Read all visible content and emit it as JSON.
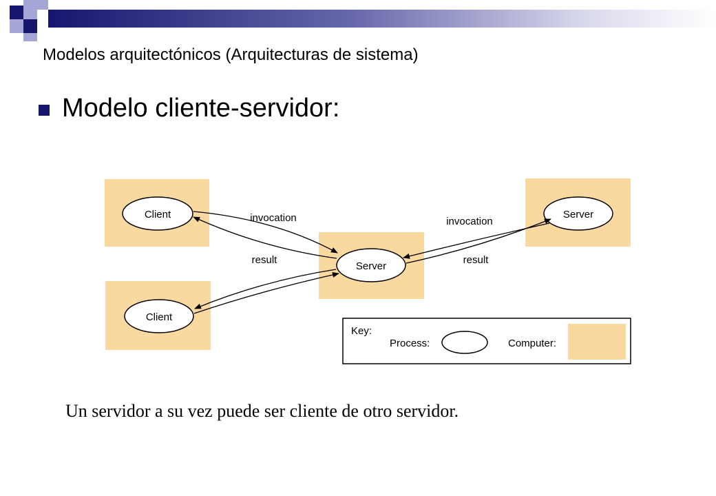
{
  "slide": {
    "title": "Modelos arquitectónicos (Arquitecturas de sistema)",
    "heading": "Modelo cliente-servidor:",
    "caption": "Un servidor a su vez puede ser cliente de otro servidor."
  },
  "diagram": {
    "nodes": {
      "client1": "Client",
      "client2": "Client",
      "server_center": "Server",
      "server_right": "Server"
    },
    "edges": {
      "left_invocation": "invocation",
      "left_result": "result",
      "right_invocation": "invocation",
      "right_result": "result"
    },
    "key": {
      "label": "Key:",
      "process": "Process:",
      "computer": "Computer:"
    }
  },
  "colors": {
    "computer_fill": "#fad9a0",
    "accent_navy": "#16166f",
    "accent_light": "#a6a6d6"
  }
}
